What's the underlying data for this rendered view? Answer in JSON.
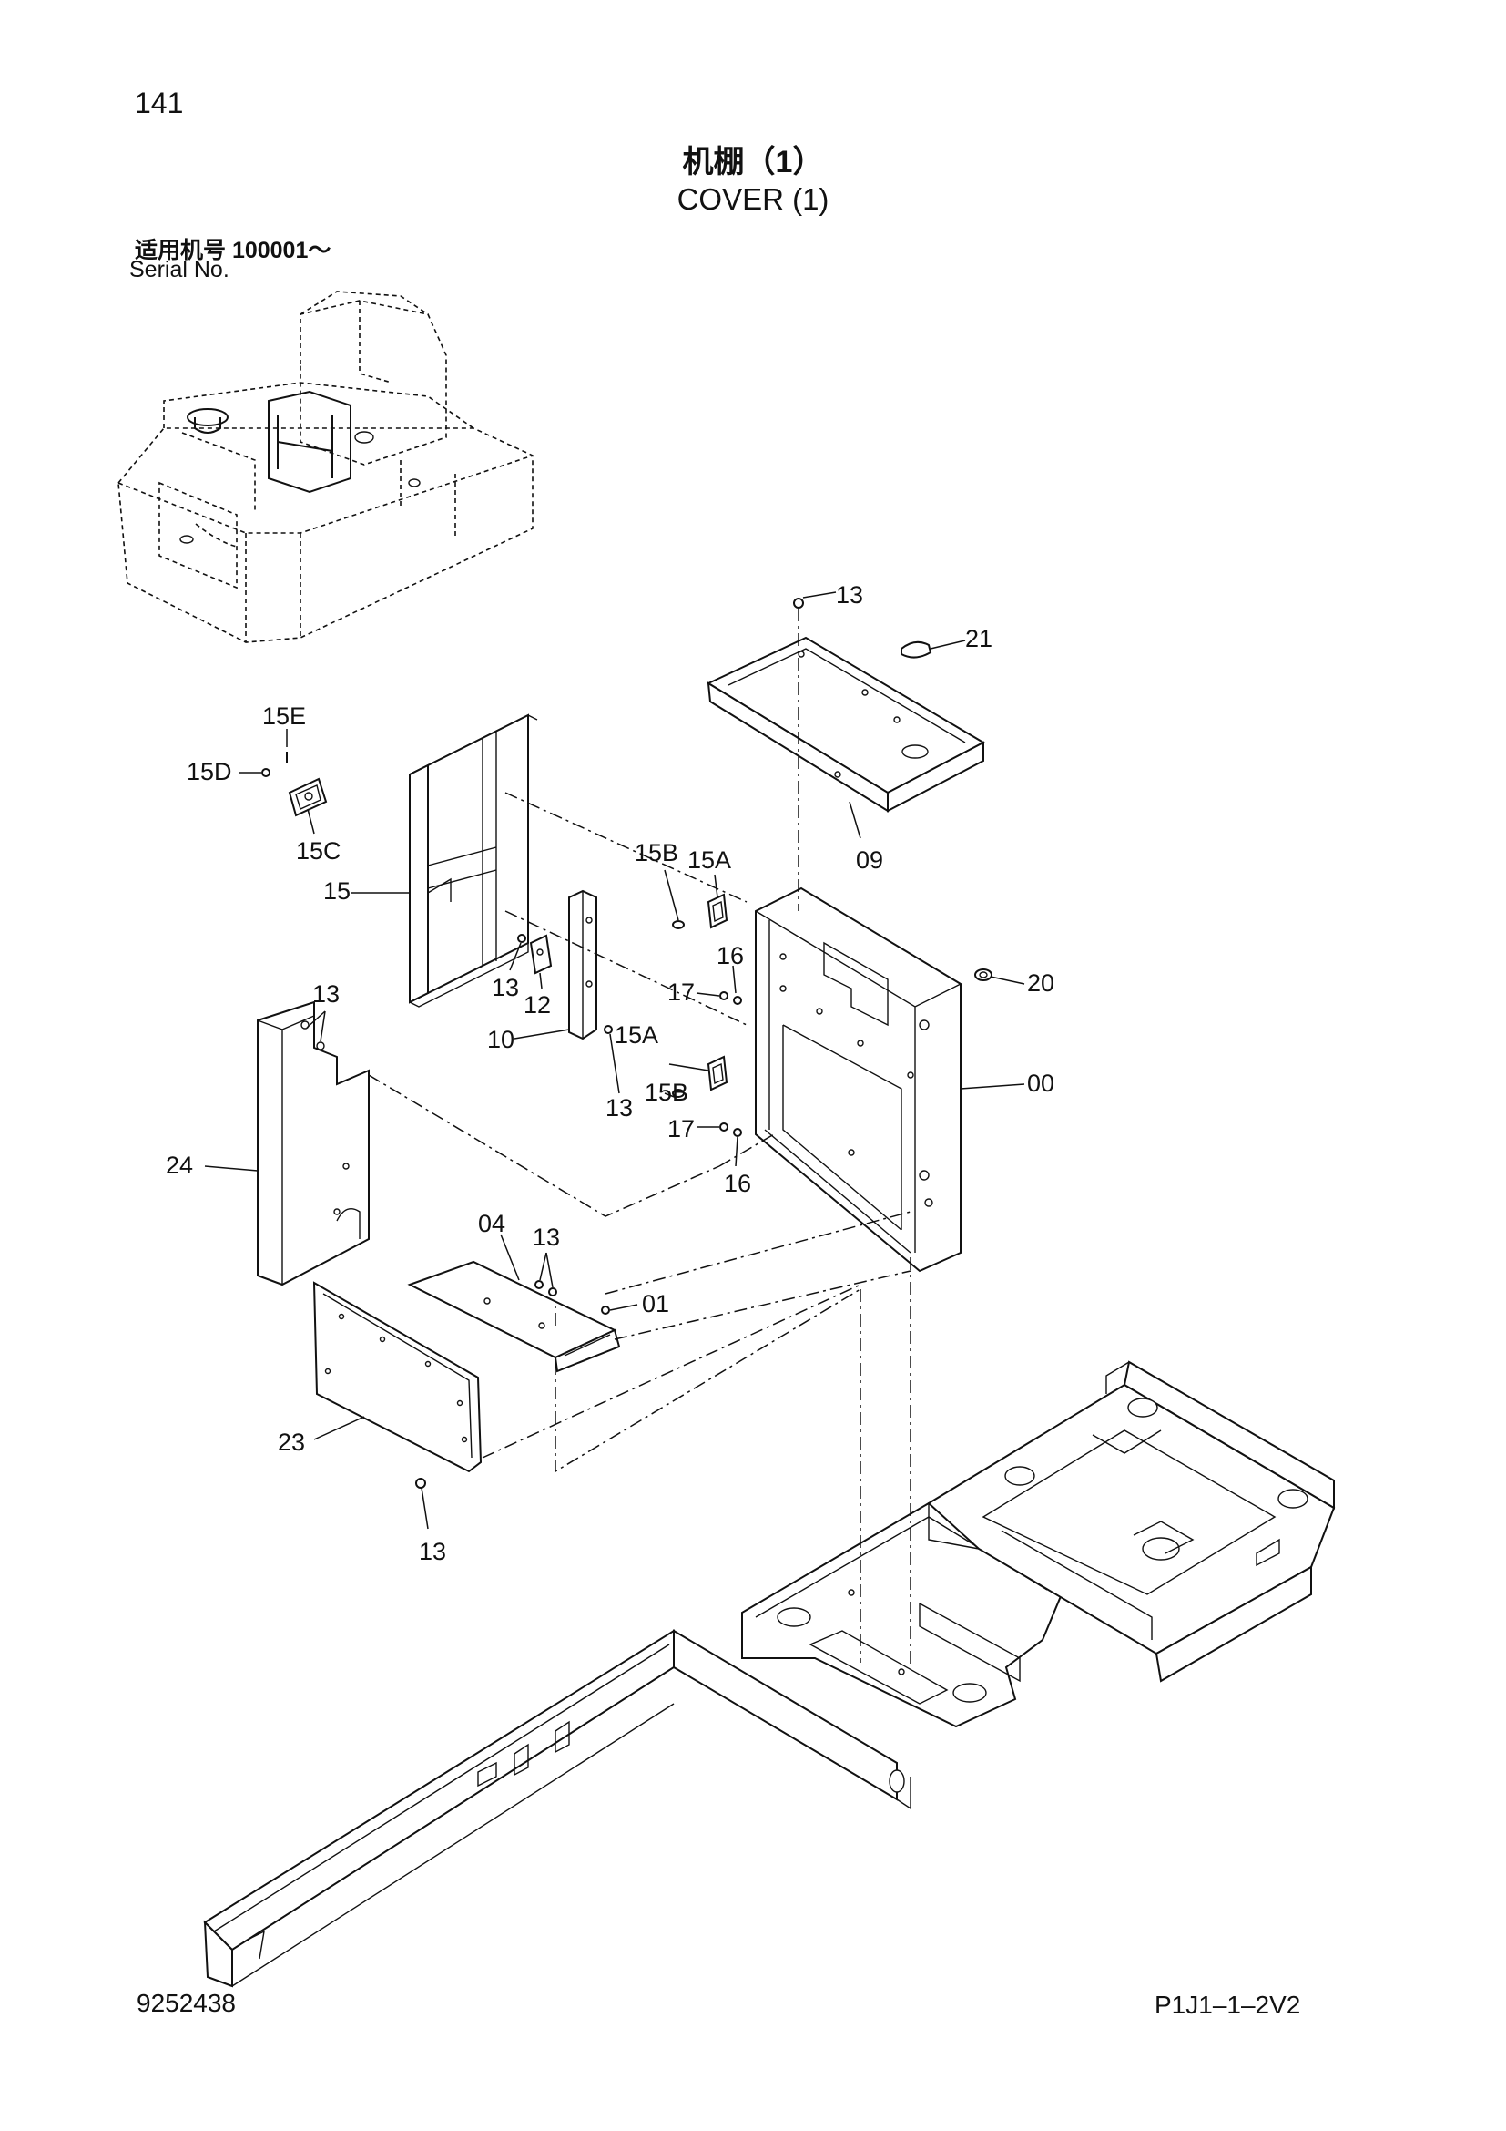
{
  "header": {
    "page_number": "141",
    "title_cn": "机棚（1）",
    "title_en": "COVER (1)",
    "serial_label_cn": "适用机号  100001～",
    "serial_label_en": "Serial No."
  },
  "footer": {
    "doc_number": "9252438",
    "drawing_code": "P1J1–1–2V2"
  },
  "callouts": {
    "c13_top": "13",
    "c21": "21",
    "c09": "09",
    "c15E": "15E",
    "c15D": "15D",
    "c15C": "15C",
    "c15": "15",
    "c15B_top": "15B",
    "c15A_top": "15A",
    "c16_top": "16",
    "c17_top": "17",
    "c20": "20",
    "c13_mid": "13",
    "c12": "12",
    "c10": "10",
    "c15A_bot": "15A",
    "c15B_bot": "15B",
    "c13_mid2": "13",
    "c00": "00",
    "c17_bot": "17",
    "c16_bot": "16",
    "c13_left": "13",
    "c24": "24",
    "c04": "04",
    "c13_04": "13",
    "c01": "01",
    "c23": "23",
    "c13_bottom": "13"
  }
}
